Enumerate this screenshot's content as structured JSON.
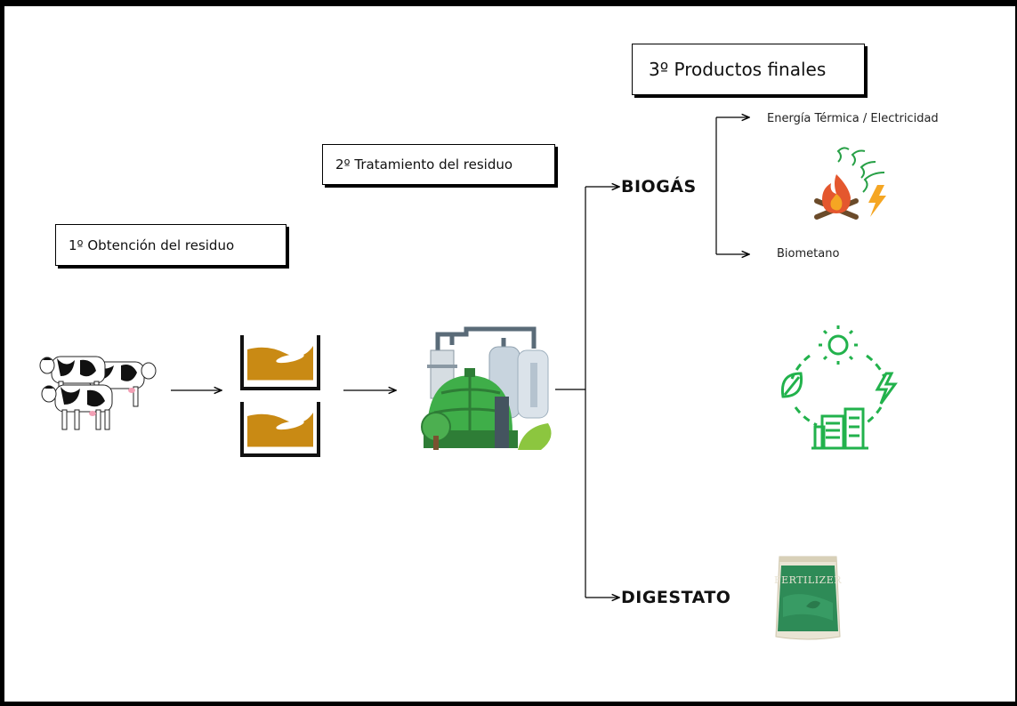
{
  "stages": {
    "stage1": "1º Obtención del residuo",
    "stage2": "2º Tratamiento del residuo",
    "stage3": "3º Productos finales"
  },
  "outputs": {
    "biogas": "BIOGÁS",
    "digestato": "DIGESTATO"
  },
  "products": {
    "thermal": "Energía Térmica / Electricidad",
    "biomethane": "Biometano"
  },
  "fertilizer_label": "FERTILIZER",
  "icons": [
    "cows-icon",
    "manure-tank-icon",
    "biogas-plant-icon",
    "fire-energy-icon",
    "renewable-cycle-icon",
    "fertilizer-bag-icon"
  ],
  "colors": {
    "manure": "#c98a14",
    "plant_green": "#3fae49",
    "cycle_green": "#22b24c",
    "fire": "#e4572e",
    "bolt": "#f5a623",
    "bag": "#2e8b57"
  }
}
